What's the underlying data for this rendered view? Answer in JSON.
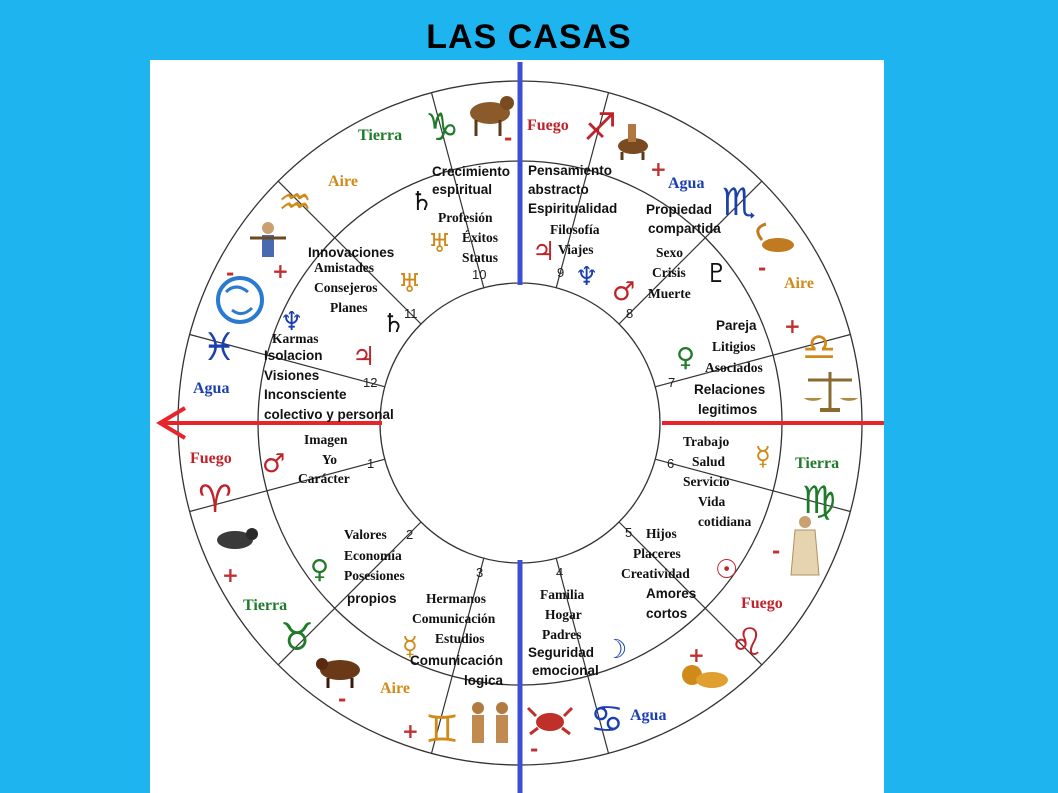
{
  "title": "LAS CASAS",
  "colors": {
    "background": "#1EB4F0",
    "axis_vertical": "#3b4fd6",
    "axis_horizontal": "#e8242a",
    "fuego": "#c0222a",
    "tierra": "#1f7a2a",
    "aire": "#d08a1a",
    "agua": "#1c3fb0"
  },
  "elements": {
    "capricorn": "Tierra",
    "sagittarius": "Fuego",
    "scorpio": "Agua",
    "libra": "Aire",
    "virgo": "Tierra",
    "leo": "Fuego",
    "cancer": "Agua",
    "gemini": "Aire",
    "taurus": "Tierra",
    "aries": "Fuego",
    "pisces": "Agua",
    "aquarius": "Aire"
  },
  "houses": {
    "h1": {
      "num": "1",
      "lines": [
        "Imagen",
        "Yo",
        "Carácter"
      ]
    },
    "h2": {
      "num": "2",
      "lines": [
        "Valores",
        "Economía",
        "Posesiones",
        "propios"
      ]
    },
    "h3": {
      "num": "3",
      "lines": [
        "Hermanos",
        "Comunicación",
        "Estudios",
        "Comunicación",
        "logica"
      ]
    },
    "h4": {
      "num": "4",
      "lines": [
        "Familia",
        "Hogar",
        "Padres",
        "Seguridad",
        "emocional"
      ]
    },
    "h5": {
      "num": "5",
      "lines": [
        "Hijos",
        "Placeres",
        "Creatividad",
        "Amores",
        "cortos"
      ]
    },
    "h6": {
      "num": "6",
      "lines": [
        "Trabajo",
        "Salud",
        "Servicio",
        "Vida",
        "cotidiana"
      ]
    },
    "h7": {
      "num": "7",
      "lines": [
        "Pareja",
        "Litigios",
        "Asociados",
        "Relaciones",
        "legitimos"
      ]
    },
    "h8": {
      "num": "8",
      "lines": [
        "Propiedad",
        "compartida",
        "Sexo",
        "Crisis",
        "Muerte"
      ]
    },
    "h9": {
      "num": "9",
      "lines": [
        "Pensamiento",
        "abstracto",
        "Espiritualidad",
        "Filosofía",
        "Viajes"
      ]
    },
    "h10": {
      "num": "10",
      "lines": [
        "Crecimiento",
        "espiritual",
        "Profesión",
        "Éxitos",
        "Status"
      ]
    },
    "h11": {
      "num": "11",
      "lines": [
        "Innovaciones",
        "Amistades",
        "Consejeros",
        "Planes"
      ]
    },
    "h12": {
      "num": "12",
      "lines": [
        "Karmas",
        "Isolacion",
        "Visiones",
        "Inconsciente",
        "colectivo y personal"
      ]
    }
  },
  "signs": {
    "capricorn": "♑",
    "sagittarius": "♐",
    "scorpio": "♏",
    "libra": "♎",
    "virgo": "♍",
    "leo": "♌",
    "cancer": "♋",
    "gemini": "♊",
    "taurus": "♉",
    "aries": "♈",
    "pisces": "♓",
    "aquarius": "♒"
  },
  "planets": {
    "saturn": "♄",
    "uranus": "♅",
    "neptune": "♆",
    "pluto": "♇",
    "mars": "♂",
    "venus": "♀",
    "mercury": "☿",
    "moon": "☽",
    "sun": "☉",
    "jupiter": "♃"
  },
  "polarity": {
    "plus": "+",
    "minus": "-"
  }
}
